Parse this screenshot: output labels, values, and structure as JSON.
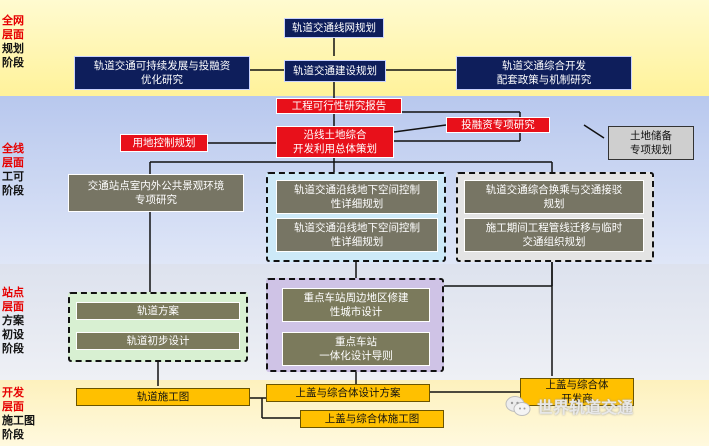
{
  "stages": [
    {
      "red": "全网\n层面",
      "black": "规划\n阶段"
    },
    {
      "red": "全线\n层面",
      "black": "工可\n阶段"
    },
    {
      "red": "站点\n层面",
      "black": "方案\n初设\n阶段"
    },
    {
      "red": "开发\n层面",
      "black": "施工图\n阶段"
    }
  ],
  "boxes": {
    "network_plan": "轨道交通线网规划",
    "sustainable": "轨道交通可持续发展与投融资\n优化研究",
    "construction_plan": "轨道交通建设规划",
    "policy": "轨道交通综合开发\n配套政策与机制研究",
    "feasibility": "工程可行性研究报告",
    "land_use": "用地控制规划",
    "land_dev": "沿线土地综合\n开发利用总体策划",
    "finance": "投融资专项研究",
    "land_reserve": "土地储备\n专项规划",
    "landscape": "交通站点室内外公共景观环境\n专项研究",
    "underground1": "轨道交通沿线地下空间控制\n性详细规划",
    "underground2": "轨道交通沿线地下空间控制\n性详细规划",
    "transfer": "轨道交通综合换乘与交通接驳\n规划",
    "pipeline": "施工期间工程管线迁移与临时\n交通组织规划",
    "rail_scheme": "轨道方案",
    "rail_prelim": "轨道初步设计",
    "station_area": "重点车站周边地区修建\n性城市设计",
    "station_integrated": "重点车站\n一体化设计导则",
    "rail_construction_drawing": "轨道施工图",
    "cover_scheme": "上盖与综合体设计方案",
    "cover_construction": "上盖与综合体施工图",
    "cover_dev": "上盖与综合体\n开发商"
  },
  "watermark": "世界轨道交通",
  "colors": {
    "band1": "#fff5a0",
    "band2": "#c8d4f2",
    "band3": "#e2e6f0",
    "band4": "#fdf4c8",
    "navy": "#0e1e5b",
    "red": "#e8101a",
    "yellow": "#ffc000",
    "light_blue_group": "#cde9f8",
    "light_green_group": "#d8f0d2",
    "lavender_group": "#cfc3e6"
  }
}
